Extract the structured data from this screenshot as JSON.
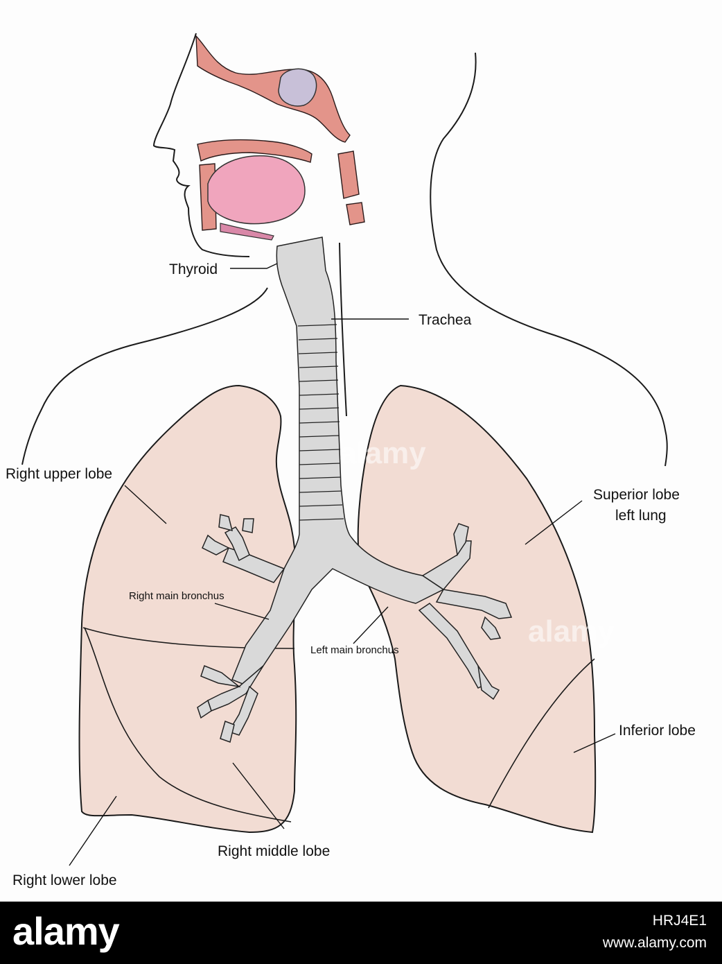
{
  "labels": {
    "thyroid": "Thyroid",
    "trachea": "Trachea",
    "right_upper_lobe": "Right upper lobe",
    "superior_lobe_line1": "Superior lobe",
    "superior_lobe_line2": "left lung",
    "right_main_bronchus": "Right main bronchus",
    "left_main_bronchus": "Left main bronchus",
    "inferior_lobe": "Inferior lobe",
    "right_middle_lobe": "Right middle lobe",
    "right_lower_lobe": "Right lower lobe"
  },
  "watermark": {
    "text": "alamy"
  },
  "footer": {
    "brand": "alamy",
    "image_id": "HRJ4E1",
    "site": "www.alamy.com"
  },
  "colors": {
    "lung_fill": "#f2dcd3",
    "airway_fill": "#d9d9d9",
    "bone_fill": "#e3948a",
    "tongue_fill": "#f0a5bd",
    "footer_bg": "#000000"
  }
}
